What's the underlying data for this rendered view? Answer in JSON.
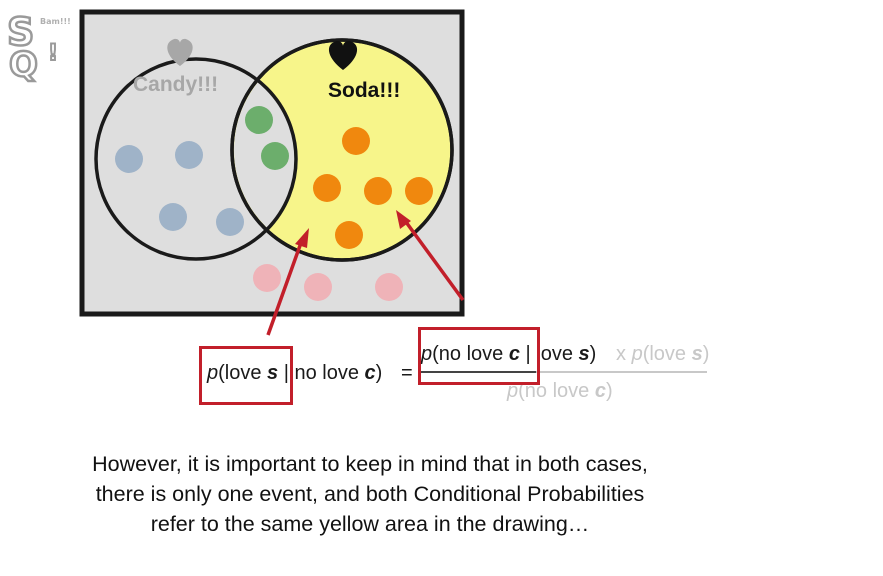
{
  "diagram": {
    "set_a_label": "Candy!!!",
    "set_b_label": "Soda!!!",
    "colors": {
      "background": "#dedede",
      "yellow_area": "#f7f58a",
      "blue_points": "#9fb3c8",
      "green_points": "#6cae6c",
      "orange_points": "#f0880e",
      "pink_points": "#efb3b8",
      "highlight": "#c21f2a"
    },
    "icons": [
      "heart-icon-gray",
      "heart-icon-black",
      "logo-statquest"
    ]
  },
  "equation": {
    "left_p": "p",
    "left_open": "(love ",
    "left_s": "s",
    "left_mid": " | no love ",
    "left_c": "c",
    "left_close": ")",
    "equals": "=",
    "num_p": "p",
    "num_open": "(no love ",
    "num_c": "c",
    "num_mid": " | love ",
    "num_s": "s",
    "num_close": ")",
    "num_times": " x ",
    "num_p2": "p",
    "num_open2": "(love ",
    "num_s2": "s",
    "num_close2": ")",
    "den_p": "p",
    "den_open": "(no love ",
    "den_c": "c",
    "den_close": ")"
  },
  "caption": {
    "line1": "However, it is important to keep in mind that in both cases,",
    "line2": "there is only one event, and both Conditional Probabilities",
    "line3": "refer to the same yellow area in the drawing…"
  },
  "logo": {
    "text_top": "S",
    "text_bottom": "Q",
    "small": "Bam!!!"
  }
}
